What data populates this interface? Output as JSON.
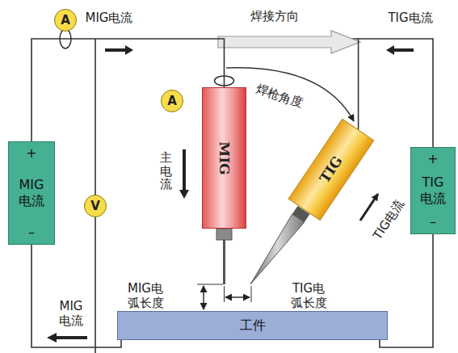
{
  "diagram": {
    "nodes": [
      {
        "text": [
          "+",
          "MIG 电流",
          "–"
        ]
      },
      {
        "text": [
          "A"
        ]
      },
      {
        "text": [
          "A"
        ]
      },
      {
        "text": [
          "V"
        ]
      },
      {
        "text": [
          "MIG"
        ]
      },
      {
        "text": [
          "TIG"
        ]
      },
      {
        "text": [
          "+",
          "TIG 电流",
          "–"
        ]
      },
      {
        "text": [
          "工件"
        ]
      }
    ],
    "edges": [
      {
        "from": 0,
        "to": 4,
        "arrow": "none"
      },
      {
        "from": 6,
        "to": 5,
        "arrow": "none"
      },
      {
        "from": 0,
        "to": 7,
        "arrow": "none"
      },
      {
        "from": 6,
        "to": 7,
        "arrow": "none"
      }
    ],
    "labels": [
      "MIG电流",
      "焊接方向",
      "TIG电流",
      "焊枪角度",
      "主电流",
      "TIG电流",
      "MIG电 弧长度",
      "TIG电 弧长度",
      "MIG 电流"
    ]
  }
}
